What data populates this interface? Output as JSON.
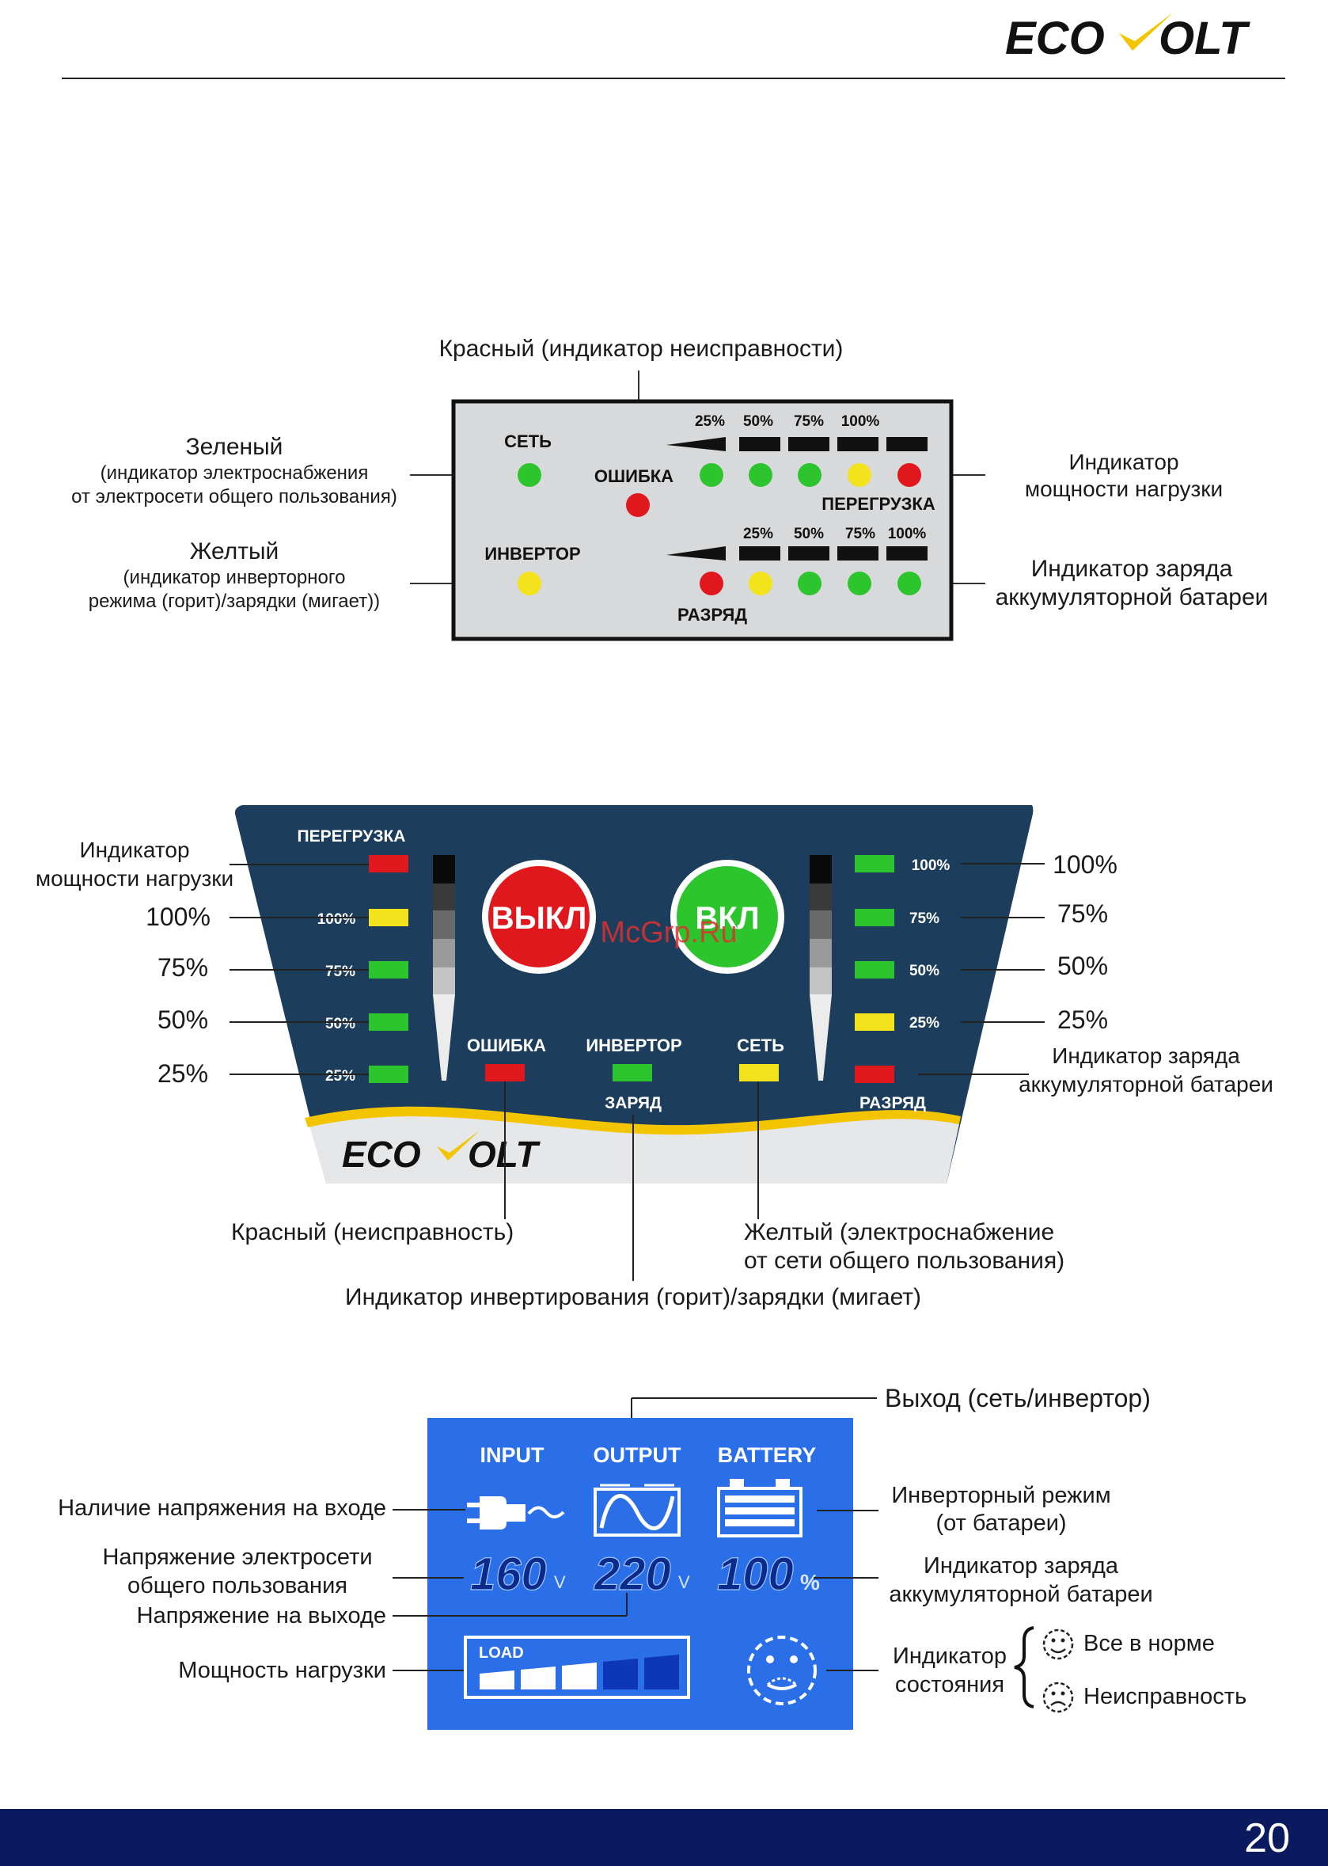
{
  "header": {
    "brand_left": "ECO",
    "brand_right": "OLT"
  },
  "footer": {
    "page_number": "20"
  },
  "watermark": "McGrp.Ru",
  "panel1": {
    "top_label": "Красный (индикатор неисправности)",
    "green_title": "Зеленый",
    "green_desc1": "(индикатор электроснабжения",
    "green_desc2": "от электросети общего пользования)",
    "yellow_title": "Желтый",
    "yellow_desc1": "(индикатор инверторного",
    "yellow_desc2": "режима (горит)/зарядки (мигает))",
    "right_load1": "Индикатор",
    "right_load2": "мощности нагрузки",
    "right_batt1": "Индикатор заряда",
    "right_batt2": "аккумуляторной батареи",
    "net": "СЕТЬ",
    "error": "ОШИБКА",
    "inverter": "ИНВЕРТОР",
    "overload": "ПЕРЕГРУЗКА",
    "discharge": "РАЗРЯД",
    "load_pcts": [
      "25%",
      "50%",
      "75%",
      "100%"
    ],
    "batt_pcts": [
      "25%",
      "50%",
      "75%",
      "100%"
    ]
  },
  "panel2": {
    "overload": "ПЕРЕГРУЗКА",
    "off_button": "ВЫКЛ",
    "on_button": "ВКЛ",
    "error": "ОШИБКА",
    "inverter": "ИНВЕРТОР",
    "charge": "ЗАРЯД",
    "net": "СЕТЬ",
    "discharge": "РАЗРЯД",
    "left_led_labels": [
      "100%",
      "75%",
      "50%",
      "25%"
    ],
    "right_led_labels": [
      "100%",
      "75%",
      "50%",
      "25%"
    ],
    "left_callouts": [
      "100%",
      "75%",
      "50%",
      "25%"
    ],
    "right_callouts": [
      "100%",
      "75%",
      "50%",
      "25%"
    ],
    "load_ind1": "Индикатор",
    "load_ind2": "мощности нагрузки",
    "batt_ind1": "Индикатор заряда",
    "batt_ind2": "аккумуляторной батареи",
    "red_fault": "Красный (неисправность)",
    "yellow_net1": "Желтый (электроснабжение",
    "yellow_net2": "от сети общего пользования)",
    "inverter_ind": "Индикатор инвертирования (горит)/зарядки (мигает)"
  },
  "panel3": {
    "output_label": "Выход (сеть/инвертор)",
    "input": "INPUT",
    "output": "OUTPUT",
    "battery": "BATTERY",
    "input_voltage_value": "160",
    "input_unit": "V",
    "output_voltage_value": "220",
    "output_unit": "V",
    "battery_value": "100",
    "battery_unit": "%",
    "load": "LOAD",
    "load_level_fraction": 0.6,
    "left_input_presence": "Наличие напряжения на входе",
    "left_grid1": "Напряжение электросети",
    "left_grid2": "общего пользования",
    "left_out_voltage": "Напряжение на выходе",
    "left_load_power": "Мощность нагрузки",
    "right_inv1": "Инверторный режим",
    "right_inv2": "(от батареи)",
    "right_batt1": "Индикатор заряда",
    "right_batt2": "аккумуляторной батареи",
    "status1": "Индикатор",
    "status2": "состояния",
    "status_ok": "Все в норме",
    "status_fault": "Неисправность"
  },
  "colors": {
    "navy": "#0b1a5e",
    "panel_teal": "#1c3d5c",
    "lcd_blue": "#2a6fe8",
    "led_green": "#2dc52d",
    "led_yellow": "#f3e31c",
    "led_red": "#e1171e",
    "check_yellow": "#f2c500"
  }
}
